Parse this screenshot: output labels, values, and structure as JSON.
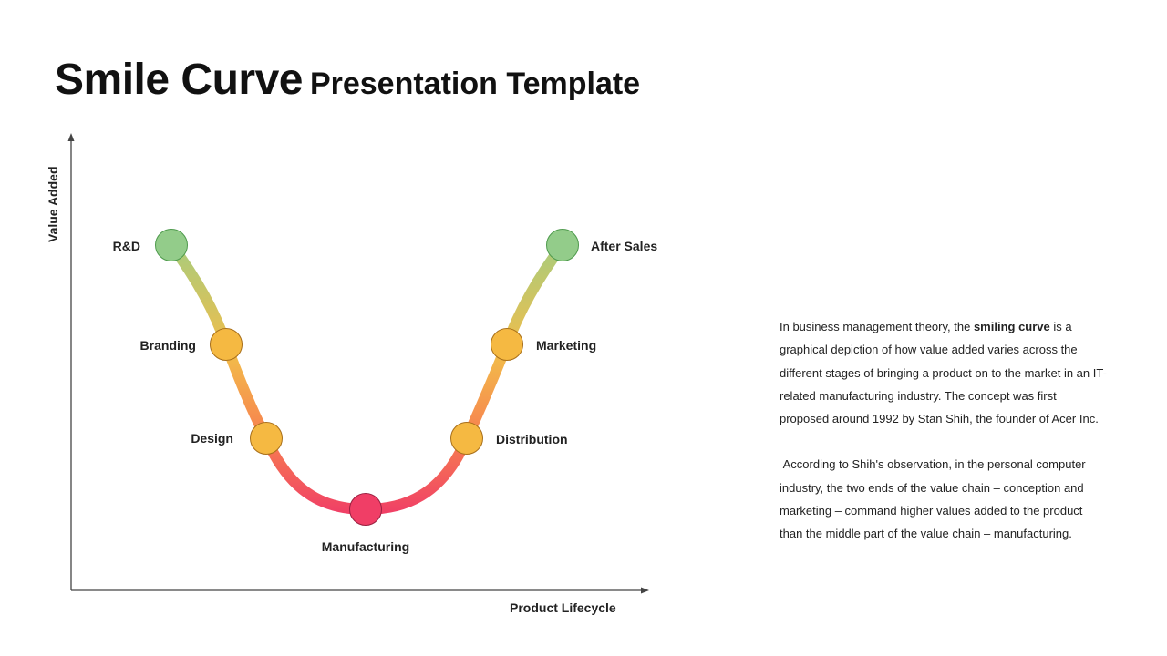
{
  "title": {
    "main": "Smile Curve",
    "sub": "Presentation Template"
  },
  "diagram": {
    "y_axis_label": "Value Added",
    "x_axis_label": "Product Lifecycle",
    "colors": {
      "green": "#93cc8a",
      "orange": "#f5b942",
      "pink": "#f03e66"
    },
    "stages": [
      {
        "label": "R&D",
        "color": "#93cc8a"
      },
      {
        "label": "Branding",
        "color": "#f5b942"
      },
      {
        "label": "Design",
        "color": "#f5b942"
      },
      {
        "label": "Manufacturing",
        "color": "#f03e66"
      },
      {
        "label": "Distribution",
        "color": "#f5b942"
      },
      {
        "label": "Marketing",
        "color": "#f5b942"
      },
      {
        "label": "After Sales",
        "color": "#93cc8a"
      }
    ]
  },
  "description": {
    "p1_before": "In business management theory, the ",
    "p1_bold": "smiling curve",
    "p1_after": " is a graphical depiction of how value added varies across the different stages of bringing a product on to the market in an IT-related manufacturing industry. The concept was first proposed around 1992 by Stan Shih, the founder of Acer Inc.",
    "p2": "According to Shih's observation, in the personal computer industry, the two ends of the value chain – conception and marketing – command higher values added to the product than the middle part of the value chain – manufacturing."
  }
}
